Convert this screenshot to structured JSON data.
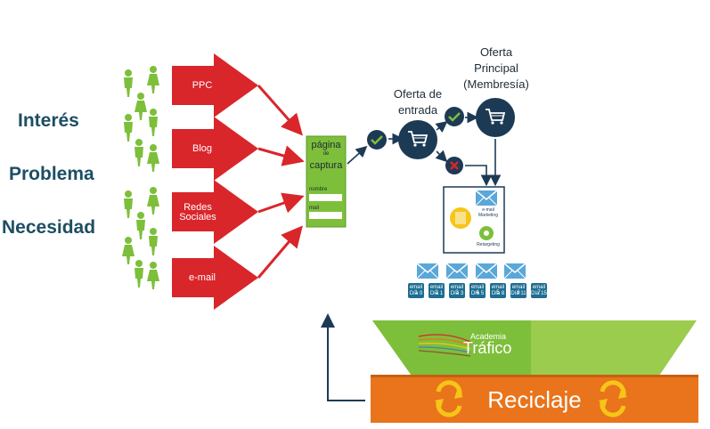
{
  "left_labels": [
    "Interés",
    "Problema",
    "Necesidad"
  ],
  "channels": [
    "PPC",
    "Blog",
    "Redes Sociales",
    "e-mail"
  ],
  "capture_page": {
    "title_line1": "página",
    "title_line2": "de",
    "title_line3": "captura",
    "field1_label": "nombre",
    "field2_label": "mail"
  },
  "offers": {
    "entry_line1": "Oferta de",
    "entry_line2": "entrada",
    "main_line1": "Oferta",
    "main_line2": "Principal",
    "main_line3": "(Membresía)"
  },
  "followup": {
    "email_label": "e-mail Marketing",
    "retargeting_label": "Retargeting"
  },
  "sequence": [
    {
      "email": "email 1",
      "day": "Día 0"
    },
    {
      "email": "email 2",
      "day": "Día 1"
    },
    {
      "email": "email 3",
      "day": "Día 3"
    },
    {
      "email": "email 4",
      "day": "Día 5"
    },
    {
      "email": "email 5",
      "day": "Día 8"
    },
    {
      "email": "email 6",
      "day": "Día 11"
    },
    {
      "email": "email 7",
      "day": "Día 15"
    }
  ],
  "funnel": {
    "brand_line1": "Academia",
    "brand_line2": "Tráfico",
    "recycle_label": "Reciclaje"
  },
  "colors": {
    "red_arrow": "#d9262b",
    "green": "#7dbf3b",
    "green_light": "#9ccc4d",
    "orange": "#e9741c",
    "navy": "#1d3a55",
    "teal_text": "#1d4e63",
    "email_blue": "#5aa7d8"
  }
}
